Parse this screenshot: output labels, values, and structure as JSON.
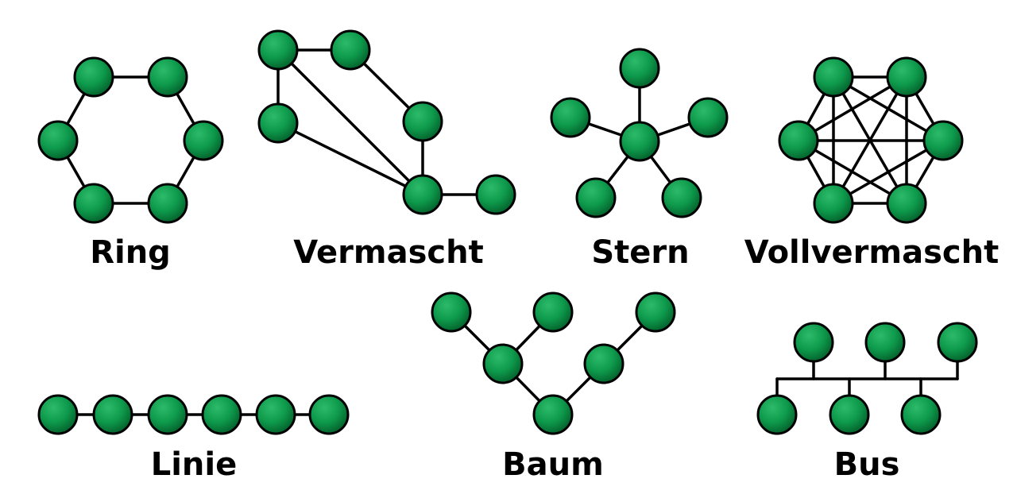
{
  "colors": {
    "node_fill_light": "#2dbb6a",
    "node_fill": "#0e9a4c",
    "node_fill_dark": "#04622c",
    "edge": "#000000",
    "label": "#000000",
    "background": "#ffffff"
  },
  "diagrams": [
    {
      "id": "ring",
      "label": "Ring",
      "topology": "ring",
      "node_count": 6
    },
    {
      "id": "vermascht",
      "label": "Vermascht",
      "topology": "partial-mesh",
      "node_count": 6
    },
    {
      "id": "stern",
      "label": "Stern",
      "topology": "star",
      "node_count": 6
    },
    {
      "id": "vollvermascht",
      "label": "Vollvermascht",
      "topology": "full-mesh",
      "node_count": 6
    },
    {
      "id": "linie",
      "label": "Linie",
      "topology": "line",
      "node_count": 6
    },
    {
      "id": "baum",
      "label": "Baum",
      "topology": "tree",
      "node_count": 6
    },
    {
      "id": "bus",
      "label": "Bus",
      "topology": "bus",
      "node_count": 6
    }
  ]
}
